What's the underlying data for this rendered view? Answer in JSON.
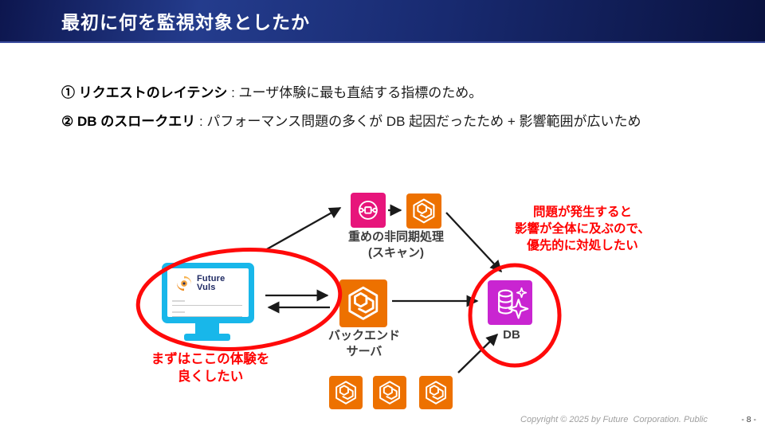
{
  "slide": {
    "title": "最初に何を監視対象としたか",
    "footer": "Copyright © 2025 by Future  Corporation. Public",
    "page_number": "- 8 -"
  },
  "bullets": [
    {
      "term": "① リクエストのレイテンシ",
      "rest": " : ユーザ体験に最も直結する指標のため。"
    },
    {
      "term": "② DB のスロークエリ",
      "rest": " : パフォーマンス問題の多くが DB 起因だったため + 影響範囲が広いため"
    }
  ],
  "diagram": {
    "client": {
      "logo_line1": "Future",
      "logo_line2": "Vuls",
      "note_line1": "まずはここの体験を",
      "note_line2": "良くしたい"
    },
    "async_job": {
      "label_line1": "重めの非同期処理",
      "label_line2": "(スキャン)"
    },
    "backend": {
      "label_line1": "バックエンド",
      "label_line2": "サーバ"
    },
    "db": {
      "label": "DB",
      "note_line1": "問題が発生すると",
      "note_line2": "影響が全体に及ぶので、",
      "note_line3": "優先的に対処したい"
    },
    "colors": {
      "header_navy": "#16246B",
      "accent_red": "#FF0000",
      "icon_pink": "#E7157B",
      "icon_orange": "#ED7100",
      "icon_purple": "#C925D1",
      "monitor_cyan": "#18B7EA"
    }
  }
}
